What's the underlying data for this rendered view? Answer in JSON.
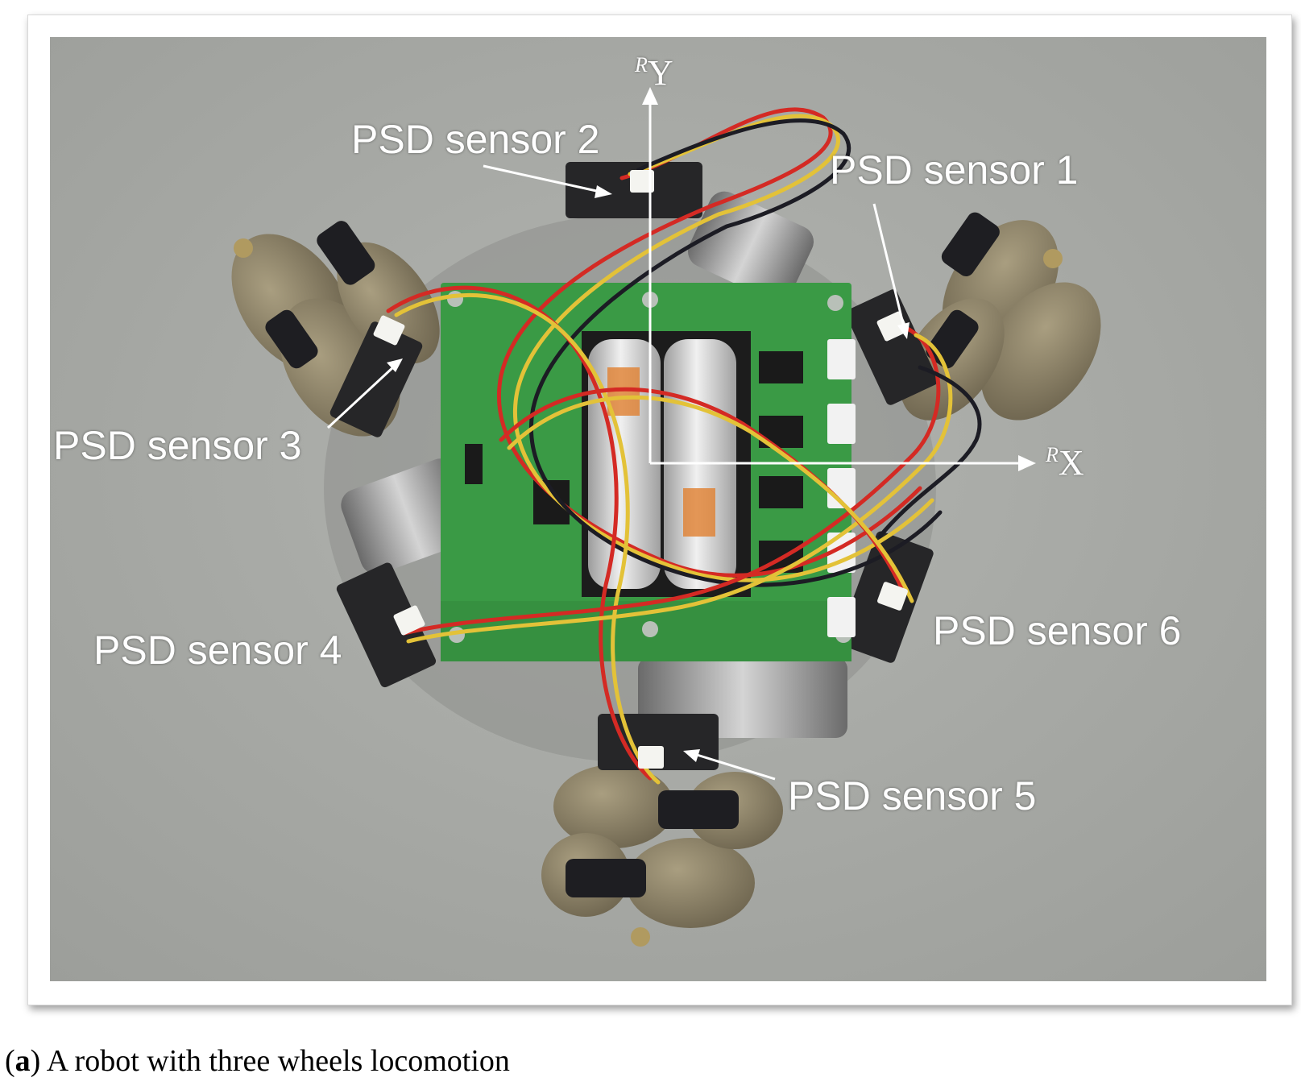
{
  "figure": {
    "axes": {
      "y": {
        "sup": "R",
        "letter": "Y"
      },
      "x": {
        "sup": "R",
        "letter": "X"
      }
    },
    "sensors": [
      "PSD sensor 1",
      "PSD sensor 2",
      "PSD sensor 3",
      "PSD sensor 4",
      "PSD sensor 5",
      "PSD sensor 6"
    ],
    "colors": {
      "background": "#a6a8a4",
      "board": "#3a9a45",
      "wheel": "#8f8468",
      "wire_red": "#d42a24",
      "wire_yellow": "#e3c238",
      "wire_black": "#1c1c24"
    }
  },
  "caption": {
    "tag_open": "(",
    "tag": "a",
    "tag_close": ")",
    "text": " A robot with three wheels locomotion"
  }
}
